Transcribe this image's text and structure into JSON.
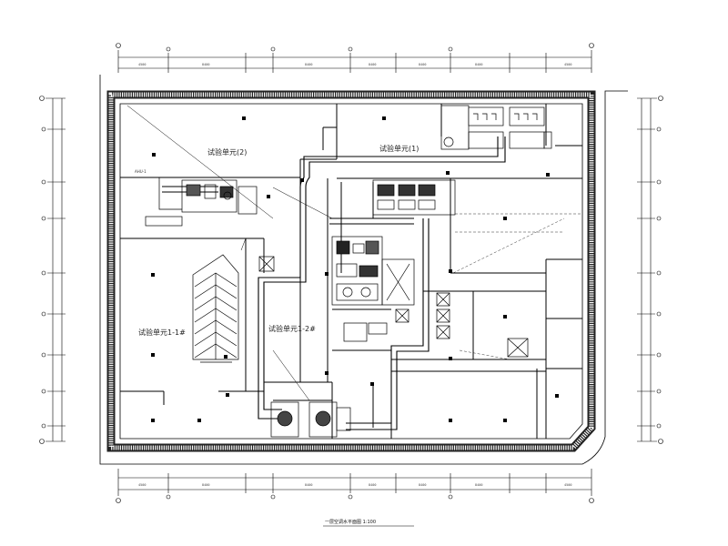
{
  "drawing": {
    "room_labels": [
      {
        "id": "room-upper-left",
        "text": "试验单元(2)"
      },
      {
        "id": "room-upper-middle",
        "text": "试验单元(1)"
      },
      {
        "id": "room-left",
        "text": "试验单元1-1#"
      },
      {
        "id": "room-center",
        "text": "试验单元1-2#"
      }
    ],
    "tag_label": "AHU-1",
    "title": "一层空调水平面图 1:100",
    "dim_top": [
      "4500",
      "8400",
      "8400",
      "8400",
      "8400",
      "8400",
      "4500"
    ],
    "dim_bottom": [
      "4500",
      "8400",
      "8400",
      "8400",
      "8400",
      "8400",
      "4500"
    ]
  },
  "colors": {
    "line": "#000000",
    "wall": "#333333",
    "duct": "#000000"
  }
}
